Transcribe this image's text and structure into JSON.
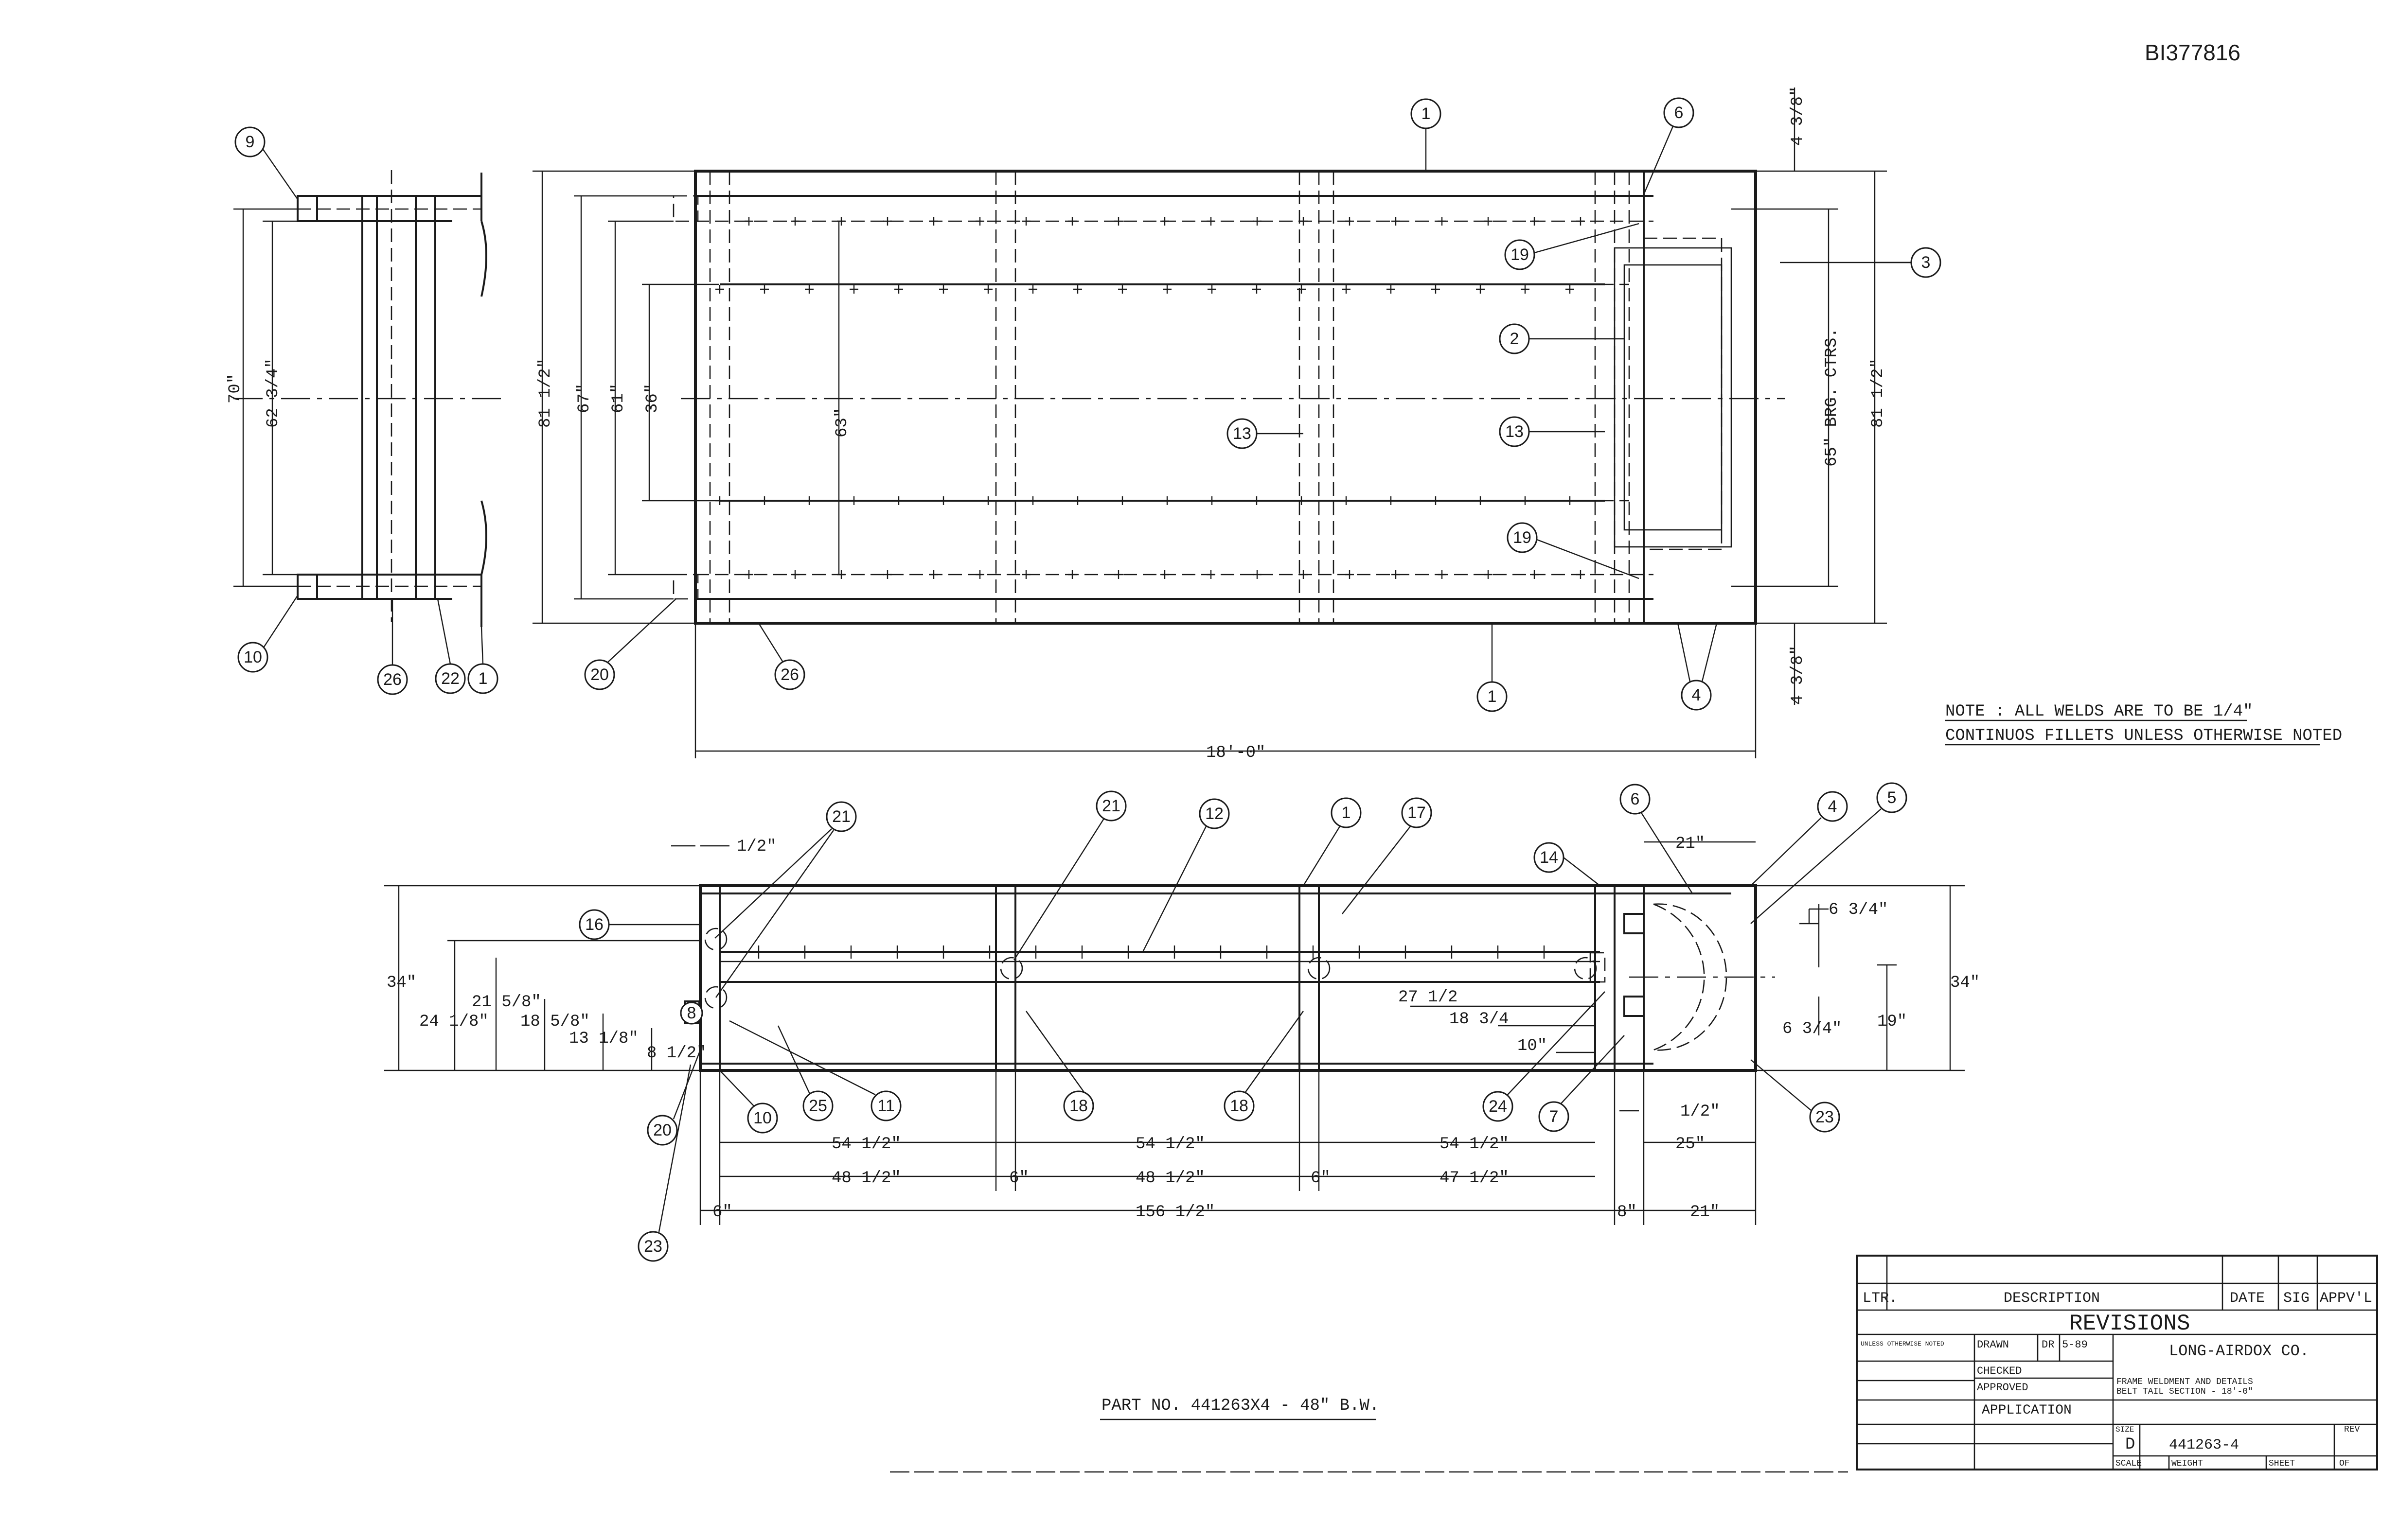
{
  "document_id": "BI377816",
  "note": {
    "line1": "NOTE : ALL WELDS ARE TO BE 1/4\"",
    "line2": "CONTINUOS FILLETS UNLESS OTHERWISE NOTED"
  },
  "part_number": "PART NO. 441263X4 - 48\" B.W.",
  "end_view": {
    "dims": [
      "70\"",
      "62 3/4\""
    ],
    "balloons": [
      "9",
      "10",
      "26",
      "22",
      "1"
    ]
  },
  "plan_view": {
    "dims": [
      "81 1/2\"",
      "67\"",
      "61\"",
      "36\"",
      "63\"",
      "65\" BRG. CTRS.",
      "81 1/2\"",
      "4 3/8\"",
      "4 3/8\""
    ],
    "balloons": [
      "1",
      "6",
      "19",
      "3",
      "2",
      "13",
      "13",
      "19",
      "20",
      "26",
      "1",
      "4"
    ]
  },
  "side_view": {
    "overall": "18'-0\"",
    "dims_top": [
      "1/2\"",
      "21\"",
      "6 3/4\""
    ],
    "dims_left": [
      "34\"",
      "24 1/8\"",
      "21 5/8\"",
      "18 5/8\"",
      "13 1/8\"",
      "8 1/2\""
    ],
    "dims_right": [
      "34\"",
      "19\"",
      "6 3/4\"",
      "27 1/2",
      "18 3/4",
      "10\""
    ],
    "dims_row1": [
      "54 1/2\"",
      "54 1/2\"",
      "54 1/2\"",
      "25\"",
      "1/2\""
    ],
    "dims_row2": [
      "48 1/2\"",
      "6\"",
      "48 1/2\"",
      "6\"",
      "47 1/2\""
    ],
    "dims_row3": [
      "6\"",
      "156 1/2\"",
      "8\"",
      "21\""
    ],
    "balloons": [
      "21",
      "21",
      "12",
      "1",
      "17",
      "6",
      "4",
      "5",
      "14",
      "16",
      "8",
      "25",
      "11",
      "10",
      "18",
      "18",
      "20",
      "23",
      "24",
      "7",
      "23"
    ]
  },
  "title_block": {
    "revisions_header": {
      "ltr": "LTR.",
      "description": "DESCRIPTION",
      "date": "DATE",
      "sig": "SIG",
      "appvl": "APPV'L"
    },
    "revisions_title": "REVISIONS",
    "unless_note": "UNLESS OTHERWISE NOTED",
    "drawn_label": "DRAWN",
    "drawn_by": "DR",
    "drawn_date": "5-89",
    "checked_label": "CHECKED",
    "approved_label": "APPROVED",
    "application_label": "APPLICATION",
    "company": "LONG-AIRDOX CO.",
    "title_line1": "FRAME WELDMENT AND DETAILS",
    "title_line2": "BELT TAIL SECTION - 18'-0\"",
    "size_label": "SIZE",
    "size": "D",
    "drawing_number": "441263-4",
    "rev_label": "REV",
    "scale_label": "SCALE",
    "weight_label": "WEIGHT",
    "sheet_label": "SHEET",
    "of_label": "OF"
  }
}
